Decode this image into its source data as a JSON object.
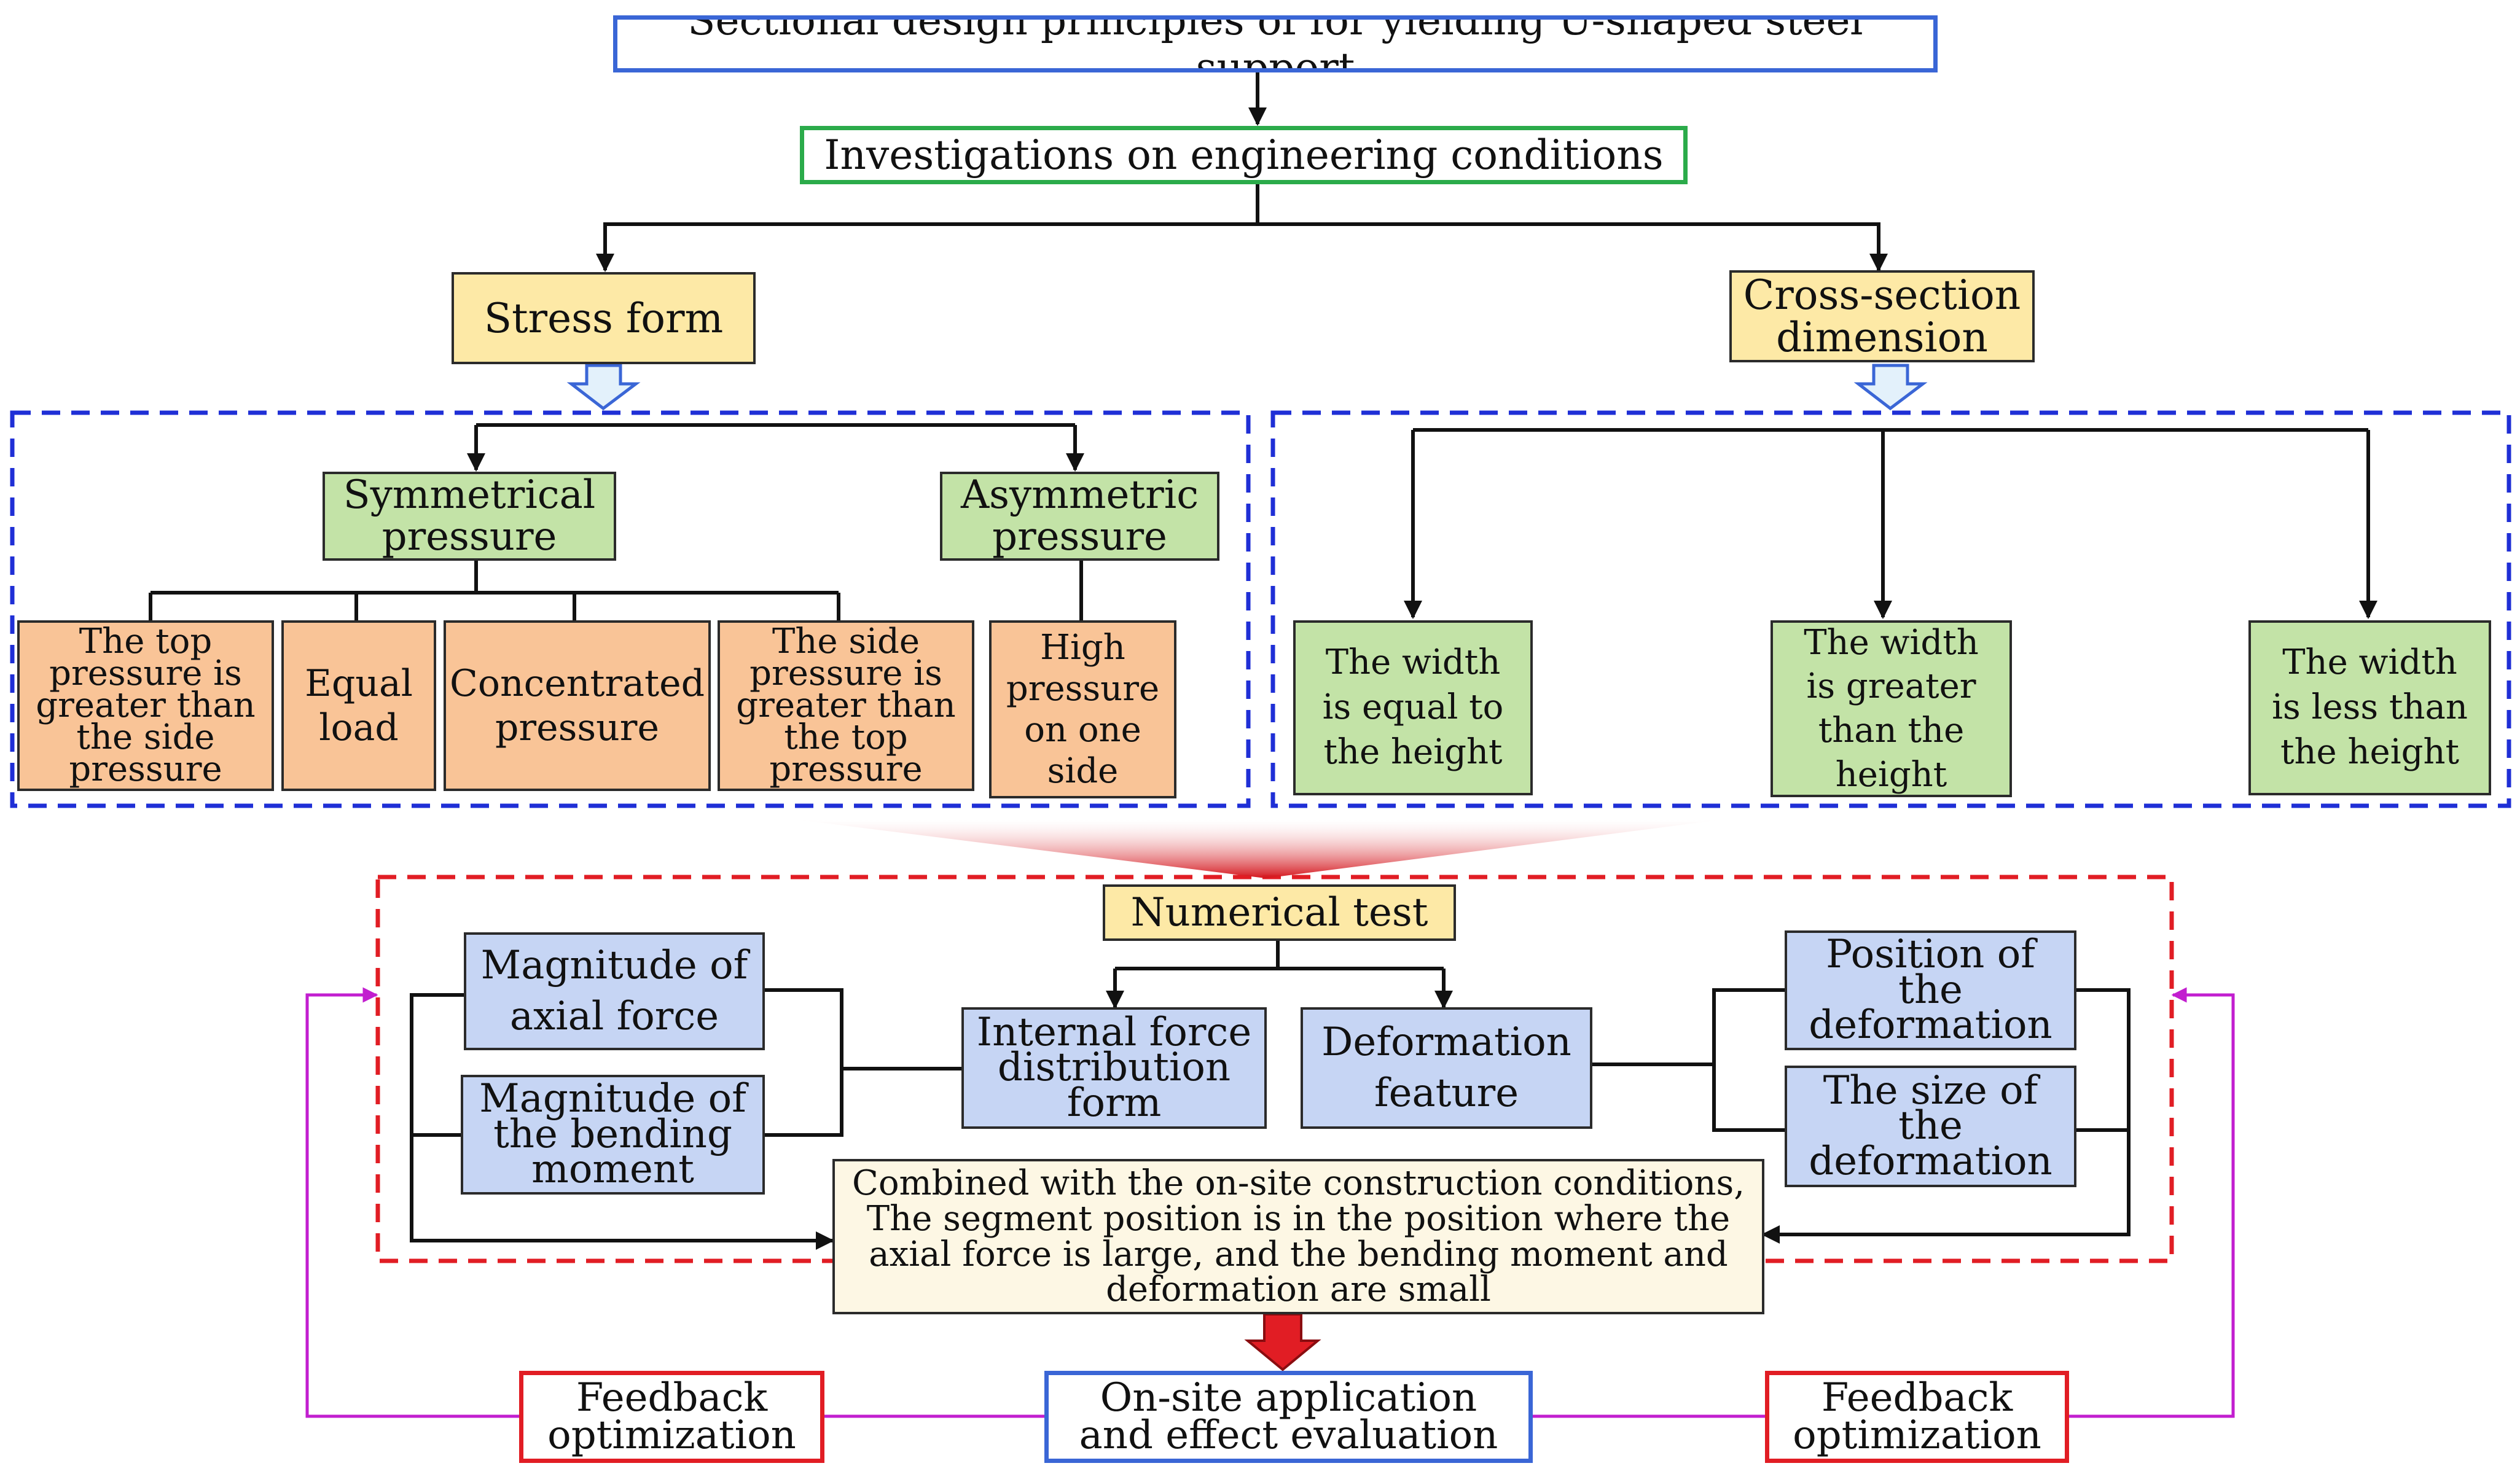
{
  "title": "Sectional design principles of for yielding U-shaped steel support",
  "investigations": "Investigations on engineering conditions",
  "stress_form": "Stress form",
  "cross_section": "Cross-section\ndimension",
  "symmetrical": "Symmetrical\npressure",
  "asymmetric": "Asymmetric\npressure",
  "sym_items": [
    "The top\npressure is\ngreater than\nthe side\npressure",
    "Equal\nload",
    "Concentrated\npressure",
    "The side\npressure is\ngreater than\nthe top\npressure"
  ],
  "asym_item": "High\npressure\non one\nside",
  "dims": [
    "The width\nis equal to\nthe height",
    "The width\nis greater\nthan the\nheight",
    "The width\nis less than\nthe height"
  ],
  "numerical_test": "Numerical test",
  "axial_force": "Magnitude of\naxial force",
  "bending_moment": "Magnitude of\nthe bending\nmoment",
  "internal_force": "Internal force\ndistribution\nform",
  "deformation_feature": "Deformation\nfeature",
  "position_deformation": "Position of\nthe\ndeformation",
  "size_deformation": "The size of\nthe\ndeformation",
  "combined": "Combined with the on-site construction conditions,\nThe segment position is in the position where the\naxial force is large, and the bending moment and\ndeformation are small",
  "onsite": "On-site application\nand effect evaluation",
  "feedback_left": "Feedback\noptimization",
  "feedback_right": "Feedback\noptimization",
  "colors": {
    "blue_border": "#3a66d6",
    "green_border": "#2bab4a",
    "red_border": "#e11d24",
    "dashed_blue": "#1f2fd6",
    "dashed_red": "#e11d24",
    "feedback_line": "#c21ecf",
    "yellow_fill": "#fde9a6",
    "green_fill": "#c3e3a7",
    "orange_fill": "#f9c497",
    "light_blue_fill": "#c6d5f4",
    "cream_fill": "#fdf7e4"
  }
}
